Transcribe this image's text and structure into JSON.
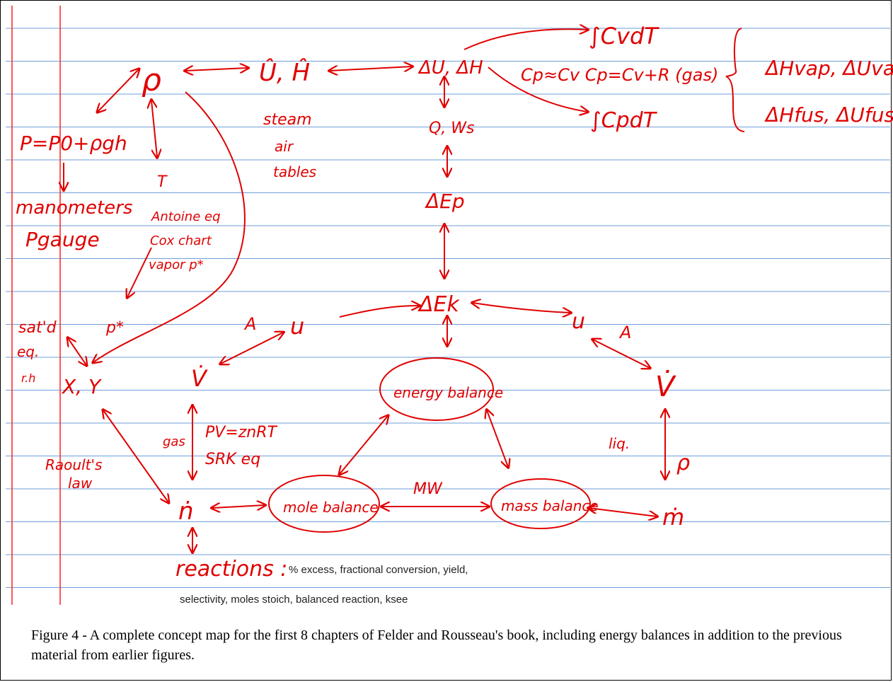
{
  "colors": {
    "ink": "#e00000",
    "rule": "#6e9fd9",
    "margin": "#ff2020",
    "text": "#000000"
  },
  "nodes": {
    "rho": "ρ",
    "u_h_hat": "Û, Ĥ",
    "du_dh": "ΔU, ΔH",
    "int_cv": "∫CvdT",
    "int_cp": "∫CpdT",
    "cp_relations": "Cp≈Cv  Cp=Cv+R (gas)",
    "latent_1": "ΔHvap, ΔUvap",
    "latent_2": "ΔHfus, ΔUfus",
    "q_ws": "Q, Ws",
    "steam_1": "steam",
    "steam_2": "air",
    "steam_3": "tables",
    "dep": "ΔEp",
    "dek": "ΔEk",
    "p_eq": "P=P0+ρgh",
    "manometers": "manometers",
    "pgauge": "Pgauge",
    "t": "T",
    "antoine_1": "Antoine eq",
    "antoine_2": "Cox chart",
    "antoine_3": "vapor p*",
    "pstar": "p*",
    "satd_1": "sat'd",
    "satd_2": "eq.",
    "satd_3": "r.h",
    "xy": "X, Y",
    "a_left": "A",
    "u_mid": "u",
    "vdot_mid": "V̇",
    "u_right": "u",
    "a_right": "A",
    "vdot_right": "V̇",
    "energy_balance": "energy balance",
    "gas": "gas",
    "pv_1": "PV=znRT",
    "pv_2": "SRK eq",
    "raoult_1": "Raoult's",
    "raoult_2": "law",
    "liq": "liq.",
    "rho_2": "ρ",
    "ndot": "ṅ",
    "mole_balance": "mole balance",
    "mw": "MW",
    "mass_balance": "mass balance",
    "mdot": "ṁ",
    "reactions": "reactions :"
  },
  "reactions_text_1": "% excess, fractional conversion, yield,",
  "reactions_text_2": "selectivity, moles stoich, balanced reaction, ksee",
  "caption": "Figure 4 - A complete concept map for the first 8 chapters of Felder and Rousseau's book, including energy balances in addition to the previous material from earlier figures."
}
